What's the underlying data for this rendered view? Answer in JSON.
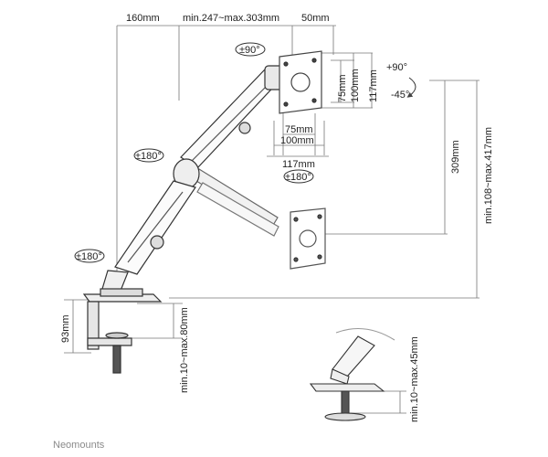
{
  "dimensions": {
    "width_top": "160mm",
    "arm_reach": "min.247~max.303mm",
    "vesa_offset": "50mm",
    "vesa_h_75": "75mm",
    "vesa_h_100": "100mm",
    "vesa_h_117": "117mm",
    "vesa_w_75": "75mm",
    "vesa_w_100": "100mm",
    "vesa_w_117": "117mm",
    "lift_height": "309mm",
    "total_height": "min.108~max.417mm",
    "clamp_height": "93mm",
    "clamp_range": "min.10~max.80mm",
    "grommet_range": "min.10~max.45mm"
  },
  "rotations": {
    "top_rotate": "±90°",
    "tilt_up": "+90°",
    "tilt_down": "-45°",
    "upper_joint": "±180°",
    "lower_joint": "±180°",
    "swivel": "±180°"
  },
  "brand": "Neomounts"
}
